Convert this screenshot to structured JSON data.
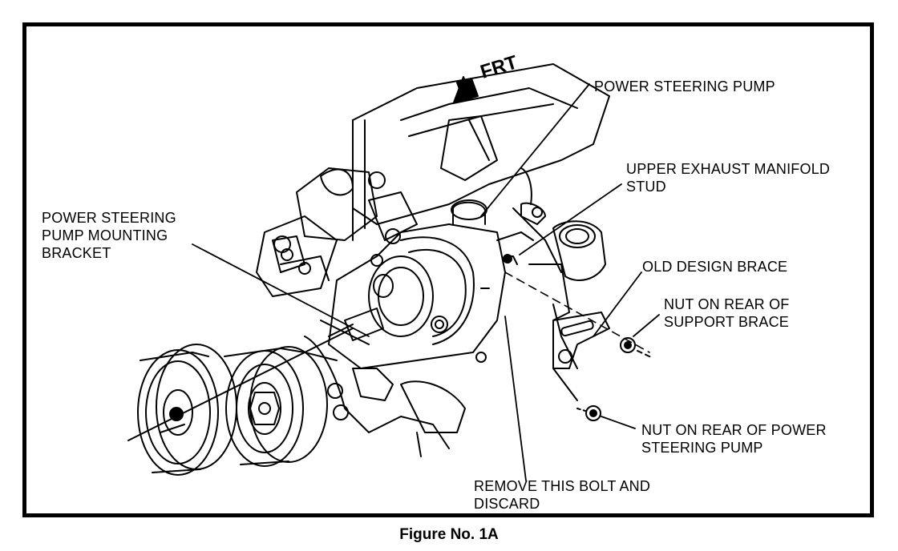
{
  "direction_label": "FRT",
  "labels": {
    "power_steering_pump": "POWER STEERING PUMP",
    "upper_exhaust_manifold_stud": [
      "UPPER EXHAUST MANIFOLD",
      "STUD"
    ],
    "pump_mounting_bracket": [
      "POWER STEERING",
      "PUMP MOUNTING",
      "BRACKET"
    ],
    "old_design_brace": "OLD DESIGN BRACE",
    "nut_support_brace": [
      "NUT ON REAR OF",
      "SUPPORT  BRACE"
    ],
    "nut_power_steering_pump": [
      "NUT ON REAR OF POWER",
      "STEERING PUMP"
    ],
    "remove_bolt": [
      "REMOVE THIS BOLT AND",
      "DISCARD"
    ]
  },
  "caption": "Figure No. 1A"
}
